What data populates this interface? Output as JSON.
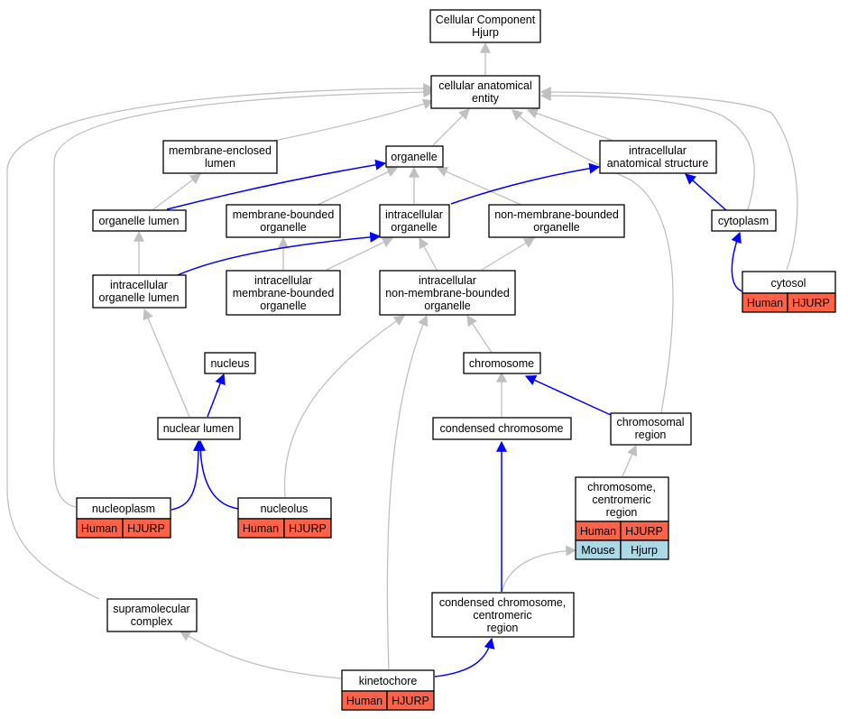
{
  "nodes": {
    "root": {
      "line1": "Cellular Component",
      "line2": "Hjurp"
    },
    "cae": {
      "line1": "cellular anatomical",
      "line2": "entity"
    },
    "mel": {
      "line1": "membrane-enclosed",
      "line2": "lumen"
    },
    "org": {
      "line1": "organelle"
    },
    "ias": {
      "line1": "intracellular",
      "line2": "anatomical structure"
    },
    "orglum": {
      "line1": "organelle lumen"
    },
    "mbo": {
      "line1": "membrane-bounded",
      "line2": "organelle"
    },
    "io": {
      "line1": "intracellular",
      "line2": "organelle"
    },
    "nmbo": {
      "line1": "non-membrane-bounded",
      "line2": "organelle"
    },
    "cyto": {
      "line1": "cytoplasm"
    },
    "iol": {
      "line1": "intracellular",
      "line2": "organelle lumen"
    },
    "imbo": {
      "line1": "intracellular",
      "line2": "membrane-bounded",
      "line3": "organelle"
    },
    "inmbo": {
      "line1": "intracellular",
      "line2": "non-membrane-bounded",
      "line3": "organelle"
    },
    "cytosol": {
      "line1": "cytosol",
      "cell1": "Human",
      "cell2": "HJURP"
    },
    "nucleus": {
      "line1": "nucleus"
    },
    "chrom": {
      "line1": "chromosome"
    },
    "nlumen": {
      "line1": "nuclear lumen"
    },
    "condchrom": {
      "line1": "condensed chromosome"
    },
    "chromreg": {
      "line1": "chromosomal",
      "line2": "region"
    },
    "ccr": {
      "line1": "chromosome,",
      "line2": "centromeric",
      "line3": "region",
      "cell1": "Human",
      "cell2": "HJURP",
      "cell3": "Mouse",
      "cell4": "Hjurp"
    },
    "nucleoplasm": {
      "line1": "nucleoplasm",
      "cell1": "Human",
      "cell2": "HJURP"
    },
    "nucleolus": {
      "line1": "nucleolus",
      "cell1": "Human",
      "cell2": "HJURP"
    },
    "supra": {
      "line1": "supramolecular",
      "line2": "complex"
    },
    "cccr": {
      "line1": "condensed chromosome,",
      "line2": "centromeric",
      "line3": "region"
    },
    "kinet": {
      "line1": "kinetochore",
      "cell1": "Human",
      "cell2": "HJURP"
    }
  },
  "colors": {
    "human_cell": "#ff6347",
    "mouse_cell": "#add8e6",
    "is_a_edge": "#c0c0c0",
    "part_of_edge": "#0000ff"
  }
}
